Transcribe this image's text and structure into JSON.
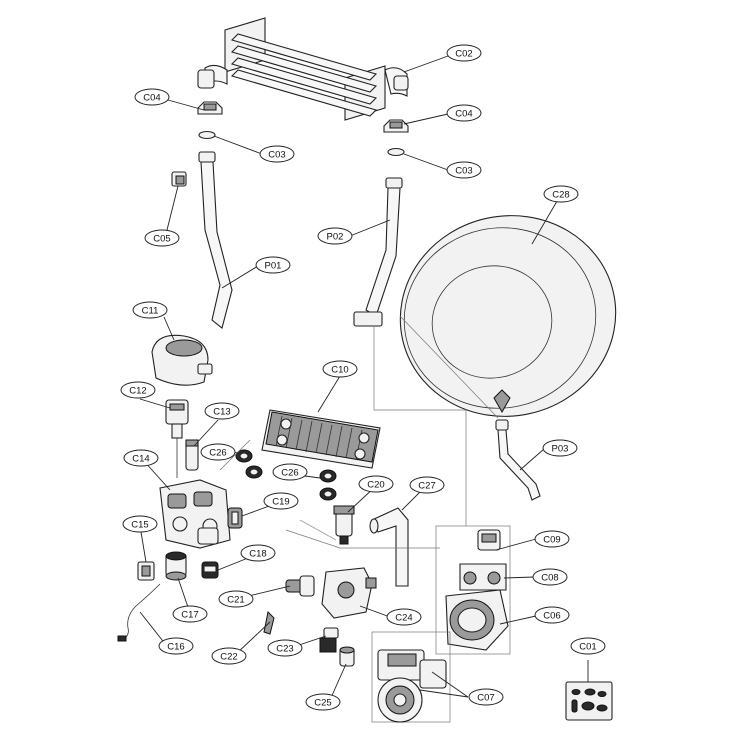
{
  "labels": {
    "C01": "C01",
    "C02": "C02",
    "C03a": "C03",
    "C03b": "C03",
    "C04a": "C04",
    "C04b": "C04",
    "C05": "C05",
    "C06": "C06",
    "C07": "C07",
    "C08": "C08",
    "C09": "C09",
    "C10": "C10",
    "C11": "C11",
    "C12": "C12",
    "C13": "C13",
    "C14": "C14",
    "C15": "C15",
    "C16": "C16",
    "C17": "C17",
    "C18": "C18",
    "C19": "C19",
    "C20": "C20",
    "C21": "C21",
    "C22": "C22",
    "C23": "C23",
    "C24": "C24",
    "C25": "C25",
    "C26a": "C26",
    "C26b": "C26",
    "C27": "C27",
    "C28": "C28",
    "P01": "P01",
    "P02": "P02",
    "P03": "P03"
  }
}
